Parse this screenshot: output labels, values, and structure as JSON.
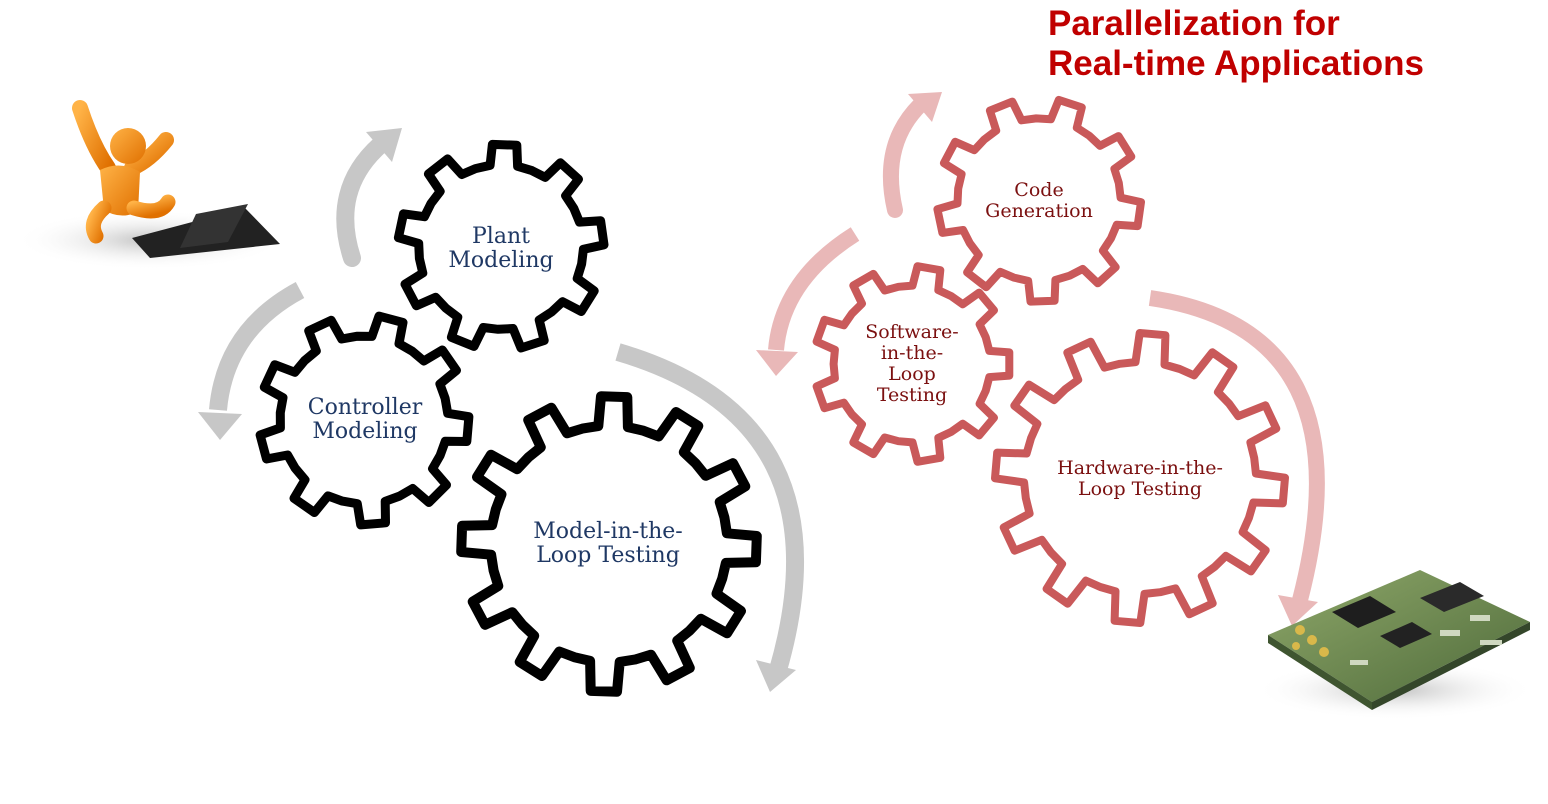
{
  "title": {
    "line1": "Parallelization for",
    "line2": "Real-time Applications",
    "color": "#c00000"
  },
  "colors": {
    "dark_gear_stroke": "#000000",
    "dark_label": "#1f3864",
    "red_gear_stroke": "#c9595a",
    "red_label": "#7b1010",
    "gray_arrow": "#c7c7c7",
    "pink_arrow": "#e9b8b8"
  },
  "gears": [
    {
      "id": "plant-modeling",
      "lines": [
        "Plant",
        "Modeling"
      ],
      "style": "dark"
    },
    {
      "id": "controller-modeling",
      "lines": [
        "Controller",
        "Modeling"
      ],
      "style": "dark"
    },
    {
      "id": "model-in-the-loop",
      "lines": [
        "Model-in-the-",
        "Loop Testing"
      ],
      "style": "dark"
    },
    {
      "id": "code-generation",
      "lines": [
        "Code",
        "Generation"
      ],
      "style": "red"
    },
    {
      "id": "software-in-the-loop",
      "lines": [
        "Software-",
        "in-the-",
        "Loop",
        "Testing"
      ],
      "style": "red"
    },
    {
      "id": "hardware-in-the-loop",
      "lines": [
        "Hardware-in-the-",
        "Loop Testing"
      ],
      "style": "red"
    }
  ],
  "icons": [
    "person-cheering-laptop-icon",
    "circuit-board-icon"
  ]
}
